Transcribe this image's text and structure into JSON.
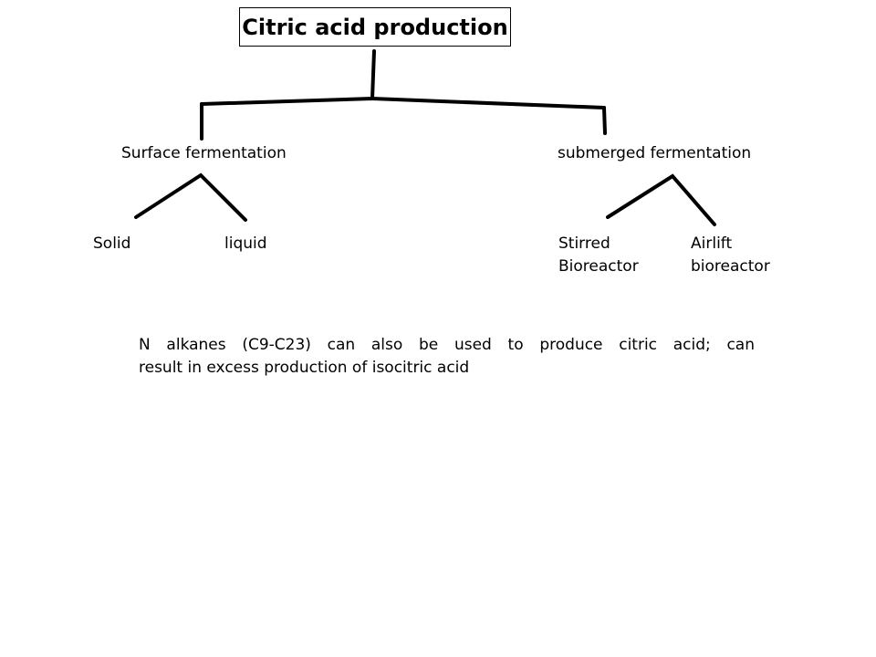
{
  "root": {
    "label": "Citric acid production"
  },
  "branches": [
    {
      "label": "Surface fermentation",
      "children": [
        {
          "lines": [
            "Solid"
          ]
        },
        {
          "lines": [
            "liquid"
          ]
        }
      ]
    },
    {
      "label": "submerged fermentation",
      "children": [
        {
          "lines": [
            "Stirred",
            "Bioreactor"
          ]
        },
        {
          "lines": [
            "Airlift",
            "bioreactor"
          ]
        }
      ]
    }
  ],
  "note": {
    "line1": "N alkanes (C9-C23) can also be used to produce citric acid; can",
    "line2": "result in excess production of isocitric acid"
  }
}
